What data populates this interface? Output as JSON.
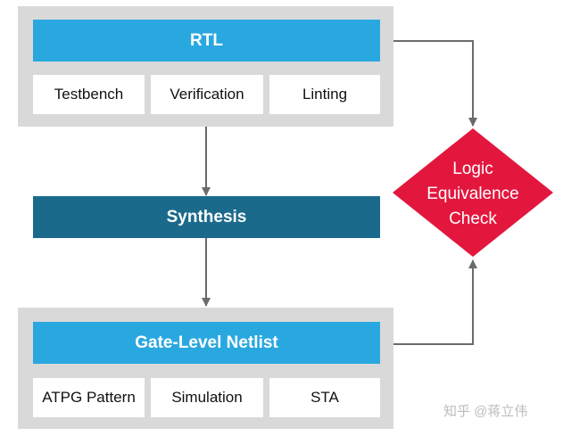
{
  "rtl": {
    "title": "RTL",
    "items": [
      "Testbench",
      "Verification",
      "Linting"
    ]
  },
  "synthesis": {
    "title": "Synthesis"
  },
  "netlist": {
    "title": "Gate-Level Netlist",
    "items": [
      "ATPG Pattern",
      "Simulation",
      "STA"
    ]
  },
  "check": {
    "lines": [
      "Logic",
      "Equivalence",
      "Check"
    ]
  },
  "watermark": "知乎 @蒋立伟",
  "colors": {
    "panel": "#d9d9d9",
    "bar_light": "#29a8e0",
    "bar_dark": "#1b6a8c",
    "diamond": "#e3173e",
    "arrow": "#6b6b6b"
  }
}
